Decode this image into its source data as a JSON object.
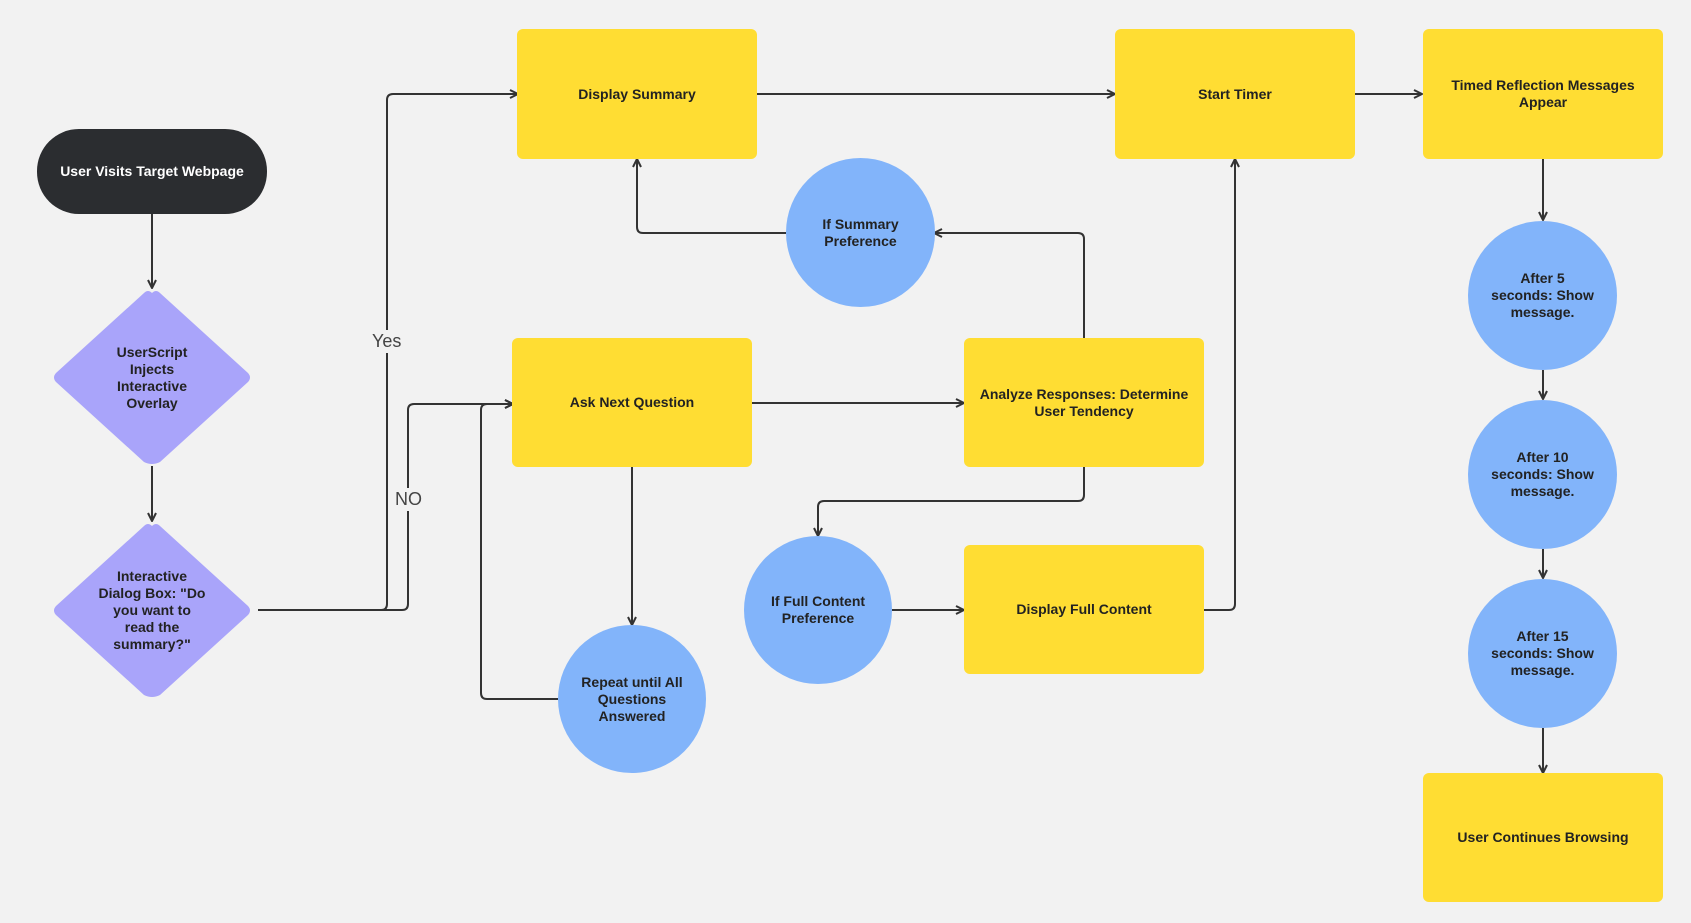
{
  "colors": {
    "background": "#f2f2f2",
    "process": "#ffdd33",
    "condition": "#82b4fa",
    "decision": "#a9a4fa",
    "terminal": "#2b2d30",
    "edge": "#333333"
  },
  "nodes": {
    "start": "User Visits Target Webpage",
    "inject": "UserScript Injects Interactive Overlay",
    "dialog": "Interactive Dialog Box: \"Do you want to read the summary?\"",
    "display_summary": "Display Summary",
    "ask_question": "Ask Next Question",
    "repeat": "Repeat until All Questions Answered",
    "analyze": "Analyze Responses: Determine User Tendency",
    "if_summary": "If Summary Preference",
    "if_full": "If Full Content Preference",
    "display_full": "Display Full Content",
    "start_timer": "Start Timer",
    "timed_messages": "Timed Reflection Messages Appear",
    "after5": "After 5 seconds: Show message.",
    "after10": "After 10 seconds: Show message.",
    "after15": "After 15 seconds: Show message.",
    "continue": "User Continues Browsing"
  },
  "edge_labels": {
    "yes": "Yes",
    "no": "NO"
  }
}
